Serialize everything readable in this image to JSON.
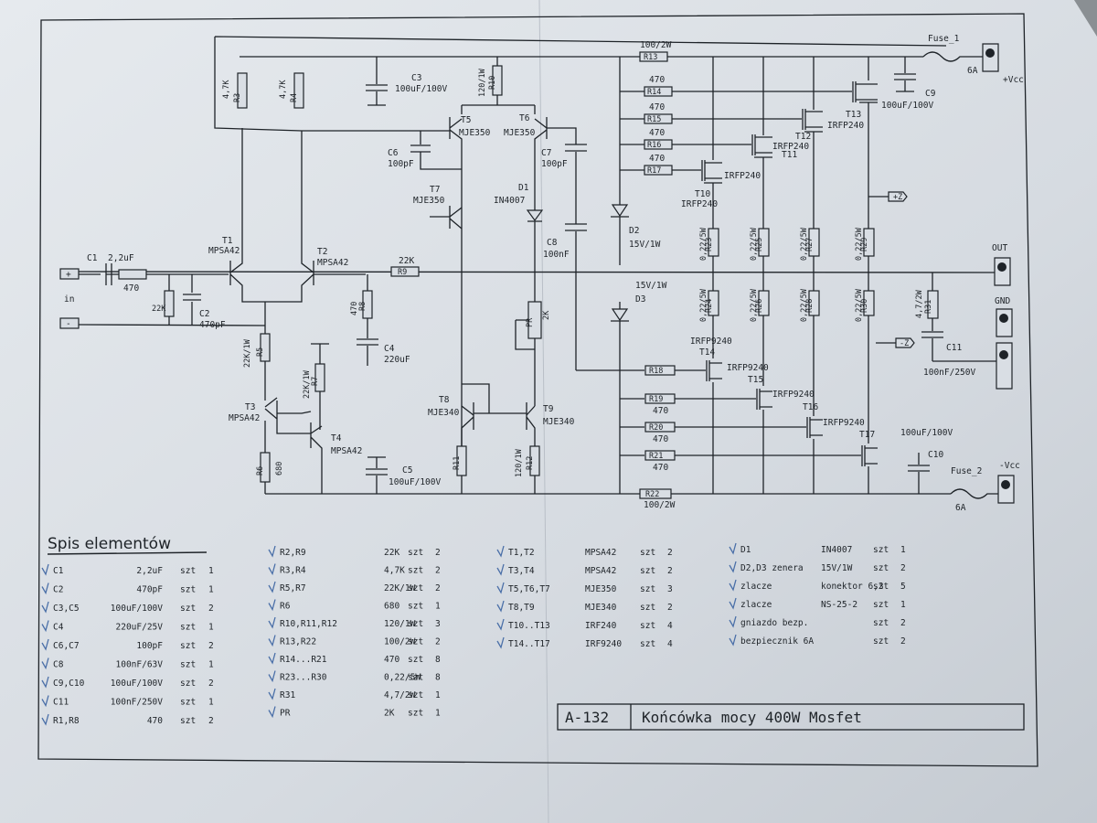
{
  "rails": {
    "vcc_pos": "+Vcc",
    "vcc_neg": "-Vcc",
    "out": "OUT",
    "gnd": "GND",
    "in": "in",
    "plus": "+",
    "minus": "-",
    "fuse1": "Fuse_1",
    "fuse2": "Fuse_2",
    "fuse_val1": "6A",
    "fuse_val2": "6A",
    "zp": "+Z",
    "zm": "-Z"
  },
  "components": {
    "c1": "C1",
    "c1v": "2,2uF",
    "r1v": "470",
    "r2": "R2",
    "r2v": "22K",
    "c2": "C2",
    "c2v": "470pF",
    "t1": "T1",
    "t1t": "MPSA42",
    "t2": "T2",
    "t2t": "MPSA42",
    "r3": "R3",
    "r3v": "4,7K",
    "r4": "R4",
    "r4v": "4,7K",
    "c3": "C3",
    "c3v": "100uF/100V",
    "r10": "R10",
    "r10v": "120/1W",
    "t5": "T5",
    "t5t": "MJE350",
    "t6": "T6",
    "t6t": "MJE350",
    "c6": "C6",
    "c6v": "100pF",
    "c7": "C7",
    "c7v": "100pF",
    "t7": "T7",
    "t7t": "MJE350",
    "d1": "D1",
    "d1t": "IN4007",
    "c8": "C8",
    "c8v": "100nF",
    "d2": "D2",
    "d2v": "15V/1W",
    "d3": "D3",
    "d3v": "15V/1W",
    "r9": "R9",
    "r9v": "22K",
    "r8": "R8",
    "r8v": "470",
    "c4": "C4",
    "c4v": "220uF",
    "pr": "PR",
    "prv": "2K",
    "r5": "R5",
    "r5v": "22K/1W",
    "r7": "R7",
    "r7v": "22K/1W",
    "t3": "T3",
    "t3t": "MPSA42",
    "t4": "T4",
    "t4t": "MPSA42",
    "r6": "R6",
    "r6v": "680",
    "c5": "C5",
    "c5v": "100uF/100V",
    "t8": "T8",
    "t8t": "MJE340",
    "t9": "T9",
    "t9t": "MJE340",
    "r11": "R11",
    "r11v": "120/1W",
    "r12": "R12",
    "r12v": "120/1W",
    "r13": "R13",
    "r13v": "100/2W",
    "r22": "R22",
    "r22v": "100/2W",
    "r14": "R14",
    "r15": "R15",
    "r16": "R16",
    "r17": "R17",
    "r18": "R18",
    "r19": "R19",
    "r20": "R20",
    "r21": "R21",
    "r470": "470",
    "t10": "T10",
    "t11": "T11",
    "t12": "T12",
    "t13": "T13",
    "irf": "IRFP240",
    "t14": "T14",
    "t15": "T15",
    "t16": "T16",
    "t17": "T17",
    "irf9": "IRFP9240",
    "r23": "R23",
    "r24": "R24",
    "r25": "R25",
    "r26": "R26",
    "r27": "R27",
    "r28": "R28",
    "r29": "R29",
    "r30": "R30",
    "r5w": "0,22/5W",
    "r31": "R31",
    "r31v": "4,7/2W",
    "c11": "C11",
    "c11v": "100nF/250V",
    "c9": "C9",
    "c9v": "100uF/100V",
    "c10": "C10",
    "c10v": "100uF/100V"
  },
  "bom": {
    "title": "Spis elementów",
    "col1": [
      [
        "C1",
        "2,2uF",
        "szt",
        "1"
      ],
      [
        "C2",
        "470pF",
        "szt",
        "1"
      ],
      [
        "C3,C5",
        "100uF/100V",
        "szt",
        "2"
      ],
      [
        "C4",
        "220uF/25V",
        "szt",
        "1"
      ],
      [
        "C6,C7",
        "100pF",
        "szt",
        "2"
      ],
      [
        "C8",
        "100nF/63V",
        "szt",
        "1"
      ],
      [
        "C9,C10",
        "100uF/100V",
        "szt",
        "2"
      ],
      [
        "C11",
        "100nF/250V",
        "szt",
        "1"
      ],
      [
        "R1,R8",
        "470",
        "szt",
        "2"
      ]
    ],
    "col2": [
      [
        "R2,R9",
        "22K",
        "szt",
        "2"
      ],
      [
        "R3,R4",
        "4,7K",
        "szt",
        "2"
      ],
      [
        "R5,R7",
        "22K/1W",
        "szt",
        "2"
      ],
      [
        "R6",
        "680",
        "szt",
        "1"
      ],
      [
        "R10,R11,R12",
        "120/1W",
        "szt",
        "3"
      ],
      [
        "R13,R22",
        "100/2W",
        "szt",
        "2"
      ],
      [
        "R14...R21",
        "470",
        "szt",
        "8"
      ],
      [
        "R23...R30",
        "0,22/5W",
        "szt",
        "8"
      ],
      [
        "R31",
        "4,7/2W",
        "szt",
        "1"
      ],
      [
        "PR",
        "2K",
        "szt",
        "1"
      ]
    ],
    "col3": [
      [
        "T1,T2",
        "MPSA42",
        "szt",
        "2"
      ],
      [
        "T3,T4",
        "MPSA42",
        "szt",
        "2"
      ],
      [
        "T5,T6,T7",
        "MJE350",
        "szt",
        "3"
      ],
      [
        "T8,T9",
        "MJE340",
        "szt",
        "2"
      ],
      [
        "T10..T13",
        "IRF240",
        "szt",
        "4"
      ],
      [
        "T14..T17",
        "IRF9240",
        "szt",
        "4"
      ]
    ],
    "col4": [
      [
        "D1",
        "IN4007",
        "szt",
        "1"
      ],
      [
        "D2,D3 zenera",
        "15V/1W",
        "szt",
        "2"
      ],
      [
        "zlacze",
        "konektor 6,3",
        "szt",
        "5"
      ],
      [
        "zlacze",
        "NS-25-2",
        "szt",
        "1"
      ],
      [
        "gniazdo bezp.",
        "",
        "szt",
        "2"
      ],
      [
        "bezpiecznik 6A",
        "",
        "szt",
        "2"
      ]
    ]
  },
  "title_block": {
    "code": "A-132",
    "name": "Końcówka mocy 400W Mosfet"
  },
  "colors": {
    "paper": "#d9dee4",
    "ink": "#1e2328",
    "tick": "#4a6fa8"
  }
}
